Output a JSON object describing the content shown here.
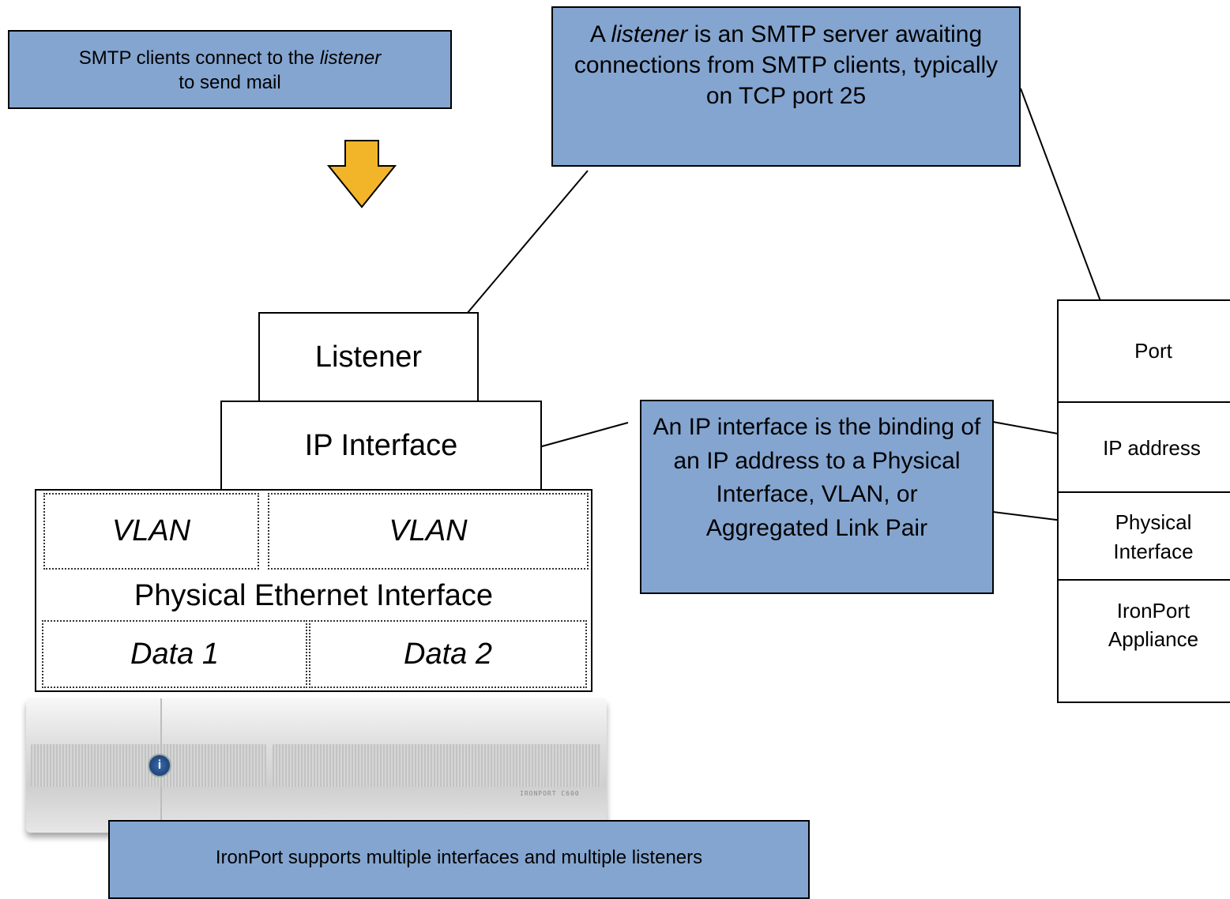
{
  "callouts": {
    "smtp_clients": {
      "pre": "SMTP clients connect to the ",
      "em": "listener",
      "post": " to send mail"
    },
    "listener_def": {
      "pre": "A ",
      "em": "listener",
      "post": " is an SMTP server awaiting connections from SMTP clients, typically on TCP port 25"
    },
    "ip_interface_def": "An IP interface is the binding of an IP address to a Physical Interface, VLAN, or Aggregated Link Pair",
    "ironport_support": "IronPort supports multiple interfaces and multiple listeners"
  },
  "stack": {
    "listener": "Listener",
    "ip_interface": "IP Interface",
    "vlans": [
      "VLAN",
      "VLAN"
    ],
    "physical_ethernet": "Physical Ethernet Interface",
    "data_ports": [
      "Data 1",
      "Data 2"
    ]
  },
  "right_stack": [
    "Port",
    "IP address",
    "Physical Interface",
    "IronPort Appliance"
  ],
  "appliance": {
    "model_label": "IRONPORT C600",
    "logo_glyph": "i"
  },
  "colors": {
    "callout_fill": "#84a5d0",
    "arrow_fill": "#f2b52a"
  }
}
